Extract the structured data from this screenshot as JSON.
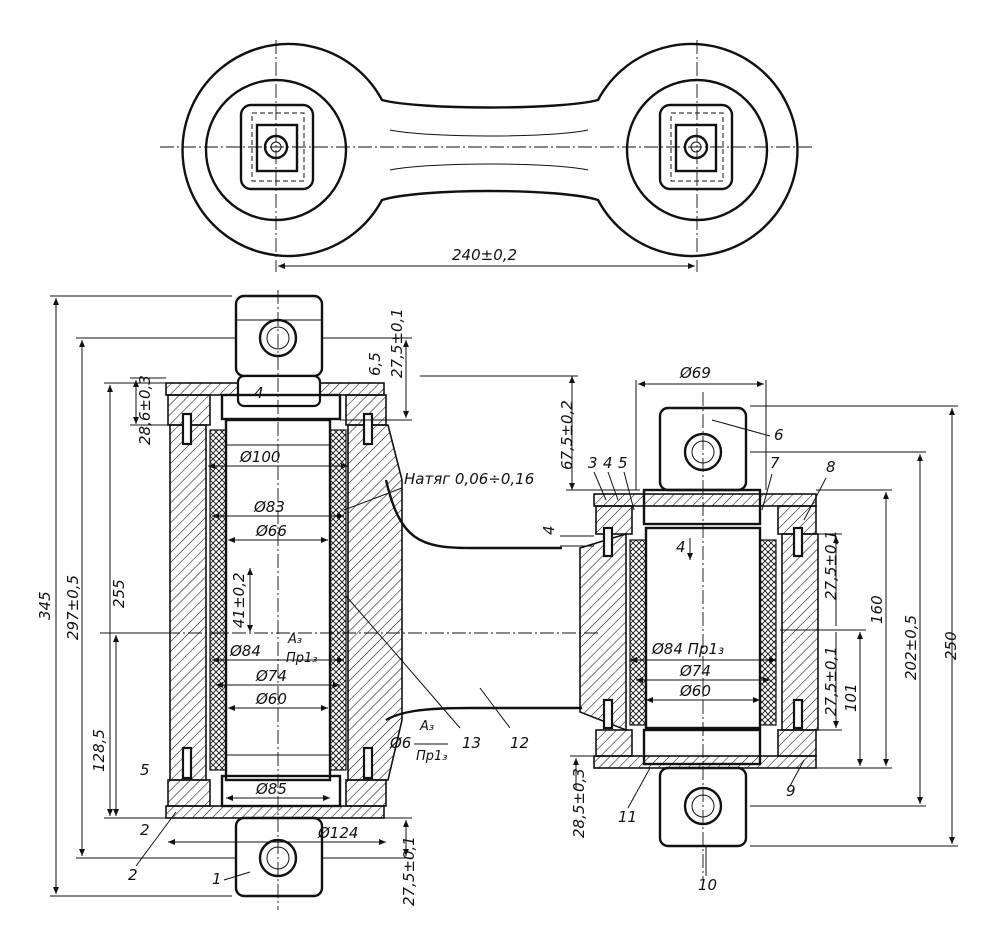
{
  "top_view": {
    "center_distance": "240±0,2"
  },
  "left_unit": {
    "dims": {
      "overall_height": "345",
      "height_297": "297±0,5",
      "height_255": "255",
      "height_128": "128,5",
      "flange_28": "28,6±0,3",
      "shaft_27_top": "27,5±0,1",
      "shaft_27_bottom": "27,5±0,1",
      "gap_65": "6,5",
      "d100": "Ø100",
      "d83": "Ø83",
      "d66": "Ø66",
      "len_41": "41±0,2",
      "d84": "Ø84",
      "d84_fit_top": "A₃",
      "d84_fit_bottom": "Пр1₃",
      "d74": "Ø74",
      "d60": "Ø60",
      "d85": "Ø85",
      "d124": "Ø124",
      "d6": "Ø6",
      "d6_fit_top": "A₃",
      "d6_fit_bottom": "Пр1₃",
      "gap_4": "4",
      "gap_5": "5",
      "gap_2": "2",
      "interference": "Натяг 0,06÷0,16"
    }
  },
  "right_unit": {
    "dims": {
      "d69": "Ø69",
      "offset_67": "67,5±0,2",
      "gap_4a": "4",
      "gap_4b": "4",
      "d84": "Ø84 Пр1₃",
      "d74": "Ø74",
      "d60": "Ø60",
      "len_160": "160",
      "len_202": "202±0,5",
      "len_250": "250",
      "len_101": "101",
      "h_27_top": "27,5±0,1",
      "h_27_bottom": "27,5±0,1",
      "flange_28": "28,5±0,3"
    }
  },
  "callouts": [
    "1",
    "2",
    "3",
    "4",
    "5",
    "6",
    "7",
    "8",
    "9",
    "10",
    "11",
    "12",
    "13"
  ]
}
